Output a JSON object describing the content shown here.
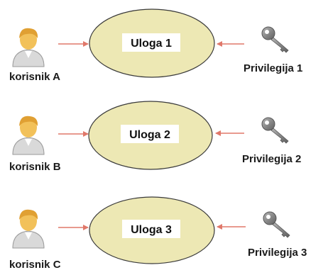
{
  "rows": [
    {
      "user": "korisnik A",
      "role": "Uloga 1",
      "privilege": "Privilegija 1"
    },
    {
      "user": "korisnik B",
      "role": "Uloga 2",
      "privilege": "Privilegija 2"
    },
    {
      "user": "korisnik C",
      "role": "Uloga 3",
      "privilege": "Privilegija 3"
    }
  ],
  "colors": {
    "ellipse_fill": "#ede8b4",
    "ellipse_stroke": "#3a3a3a",
    "arrow": "#e0786a",
    "skin": "#f2c15a",
    "shirt": "#d9d9d9",
    "key": "#7f7f7f"
  },
  "icons": {
    "user": "user-icon",
    "privilege": "key-icon"
  }
}
